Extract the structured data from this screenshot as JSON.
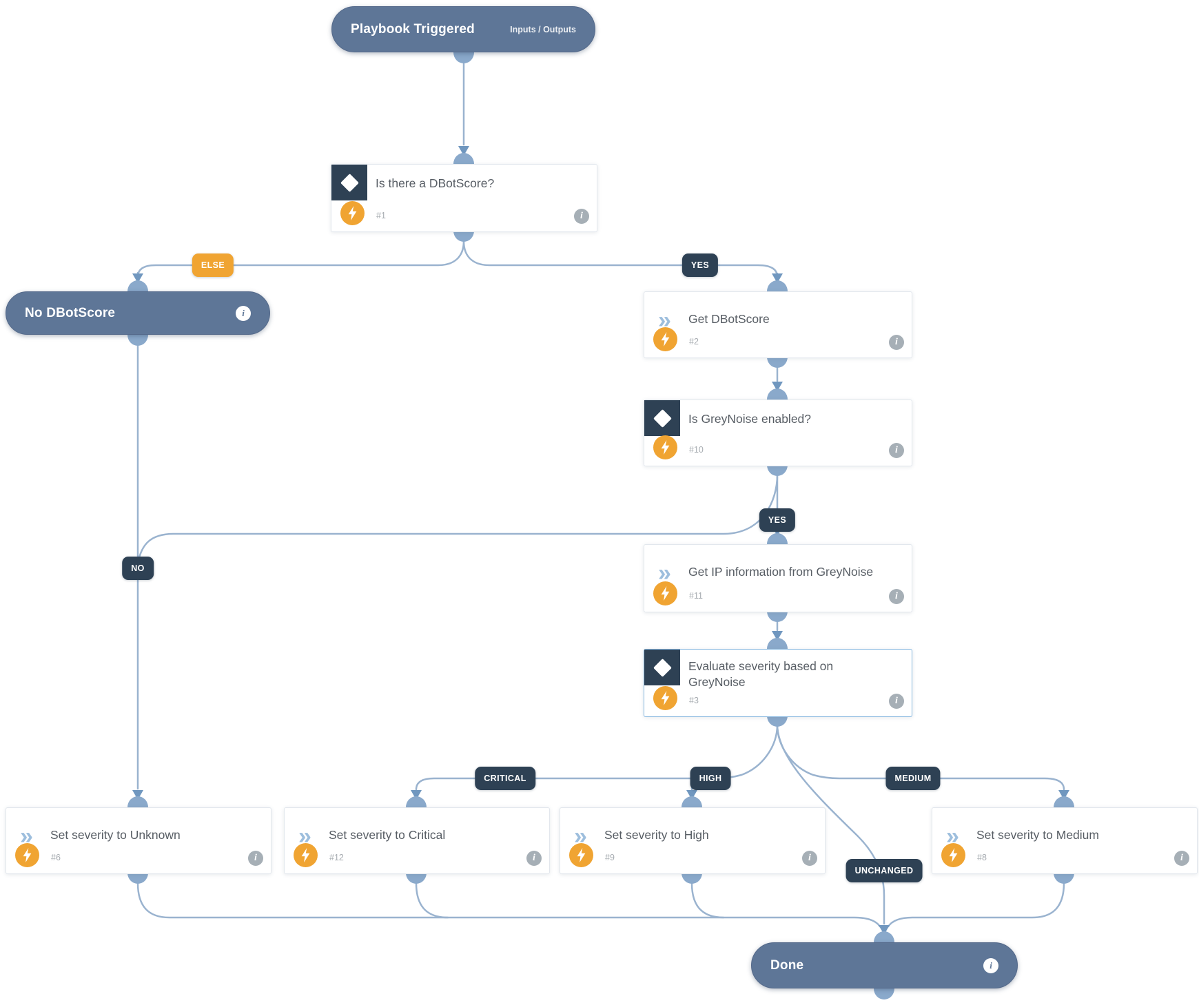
{
  "nodes": {
    "start": {
      "title": "Playbook Triggered",
      "subtitle": "Inputs / Outputs"
    },
    "is_dbotscore": {
      "title": "Is there a DBotScore?",
      "number": "#1"
    },
    "no_dbotscore": {
      "title": "No DBotScore"
    },
    "get_dbotscore": {
      "title": "Get DBotScore",
      "number": "#2"
    },
    "is_greynoise": {
      "title": "Is GreyNoise enabled?",
      "number": "#10"
    },
    "get_ip_info": {
      "title": "Get IP information from GreyNoise",
      "number": "#11"
    },
    "evaluate_severity": {
      "title": "Evaluate severity based on GreyNoise",
      "number": "#3"
    },
    "sev_unknown": {
      "title": "Set severity to Unknown",
      "number": "#6"
    },
    "sev_critical": {
      "title": "Set severity to Critical",
      "number": "#12"
    },
    "sev_high": {
      "title": "Set severity to High",
      "number": "#9"
    },
    "sev_medium": {
      "title": "Set severity to Medium",
      "number": "#8"
    },
    "done": {
      "title": "Done"
    }
  },
  "edge_labels": {
    "else": "ELSE",
    "yes1": "YES",
    "yes2": "YES",
    "no": "NO",
    "critical": "CRITICAL",
    "high": "HIGH",
    "medium": "MEDIUM",
    "unchanged": "UNCHANGED"
  },
  "icons": {
    "info": "i",
    "task_chevron": "»"
  },
  "colors": {
    "pill_blue": "#5e7697",
    "navy": "#2e4154",
    "orange": "#f0a432",
    "wire": "#9ab3cf",
    "port": "#8aa9cb",
    "arrow": "#7097bf",
    "selected_border": "#86b7e0"
  }
}
